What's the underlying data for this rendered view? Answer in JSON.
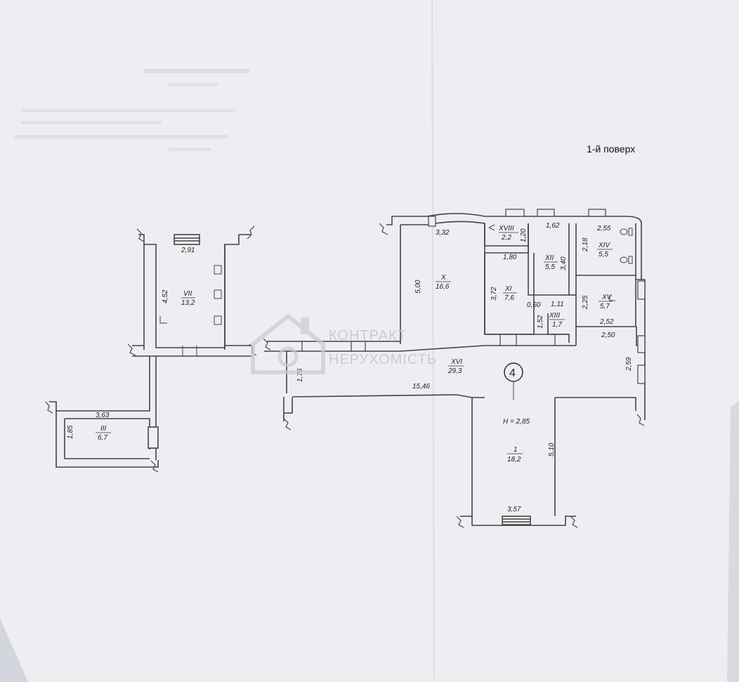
{
  "floor_label": "1-й поверх",
  "watermark": {
    "line1": "КОНТРАКТ",
    "line2": "НЕРУХОМІСТЬ"
  },
  "marker": "4",
  "height_note": "H = 2,85",
  "rooms": {
    "VII": {
      "name": "VII",
      "area": "13,2",
      "dims": [
        "2,91",
        "4,52"
      ]
    },
    "III": {
      "name": "III",
      "area": "6,7",
      "dims": [
        "3,63",
        "1,85"
      ]
    },
    "X": {
      "name": "X",
      "area": "16,6",
      "dims": [
        "3,32",
        "5,00"
      ]
    },
    "XVIII": {
      "name": "XVIII",
      "area": "2,2",
      "dims": [
        "1,20"
      ]
    },
    "XI": {
      "name": "XI",
      "area": "7,6",
      "dims": [
        "1,80",
        "3,72",
        "0,60"
      ]
    },
    "XII": {
      "name": "XII",
      "area": "5,5",
      "dims": [
        "1,62",
        "3,40"
      ]
    },
    "XIII": {
      "name": "XIII",
      "area": "1,7",
      "dims": [
        "1,11",
        "1,52"
      ]
    },
    "XIV": {
      "name": "XIV",
      "area": "5,5",
      "dims": [
        "2,55",
        "2,18"
      ]
    },
    "XV": {
      "name": "XV",
      "area": "5,7",
      "dims": [
        "2,25",
        "2,52"
      ]
    },
    "XVI": {
      "name": "XVI",
      "area": "29,3",
      "dims": [
        "15,46",
        "1,76",
        "2,50",
        "2,59"
      ]
    },
    "I": {
      "name": "1",
      "area": "18,2",
      "dims": [
        "3,57",
        "5,10"
      ]
    }
  }
}
